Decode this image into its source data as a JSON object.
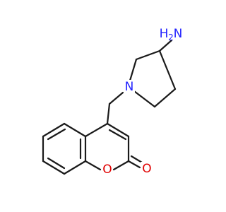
{
  "colors": {
    "bond": "#1a1a1a",
    "nitrogen": "#2323ff",
    "oxygen": "#e00000",
    "background": "#ffffff"
  },
  "atoms": {
    "amine_h": "H",
    "amine_sub": "2",
    "amine_n": "N",
    "ring_n": "N",
    "ring_o": "O",
    "carbonyl_o": "O"
  }
}
